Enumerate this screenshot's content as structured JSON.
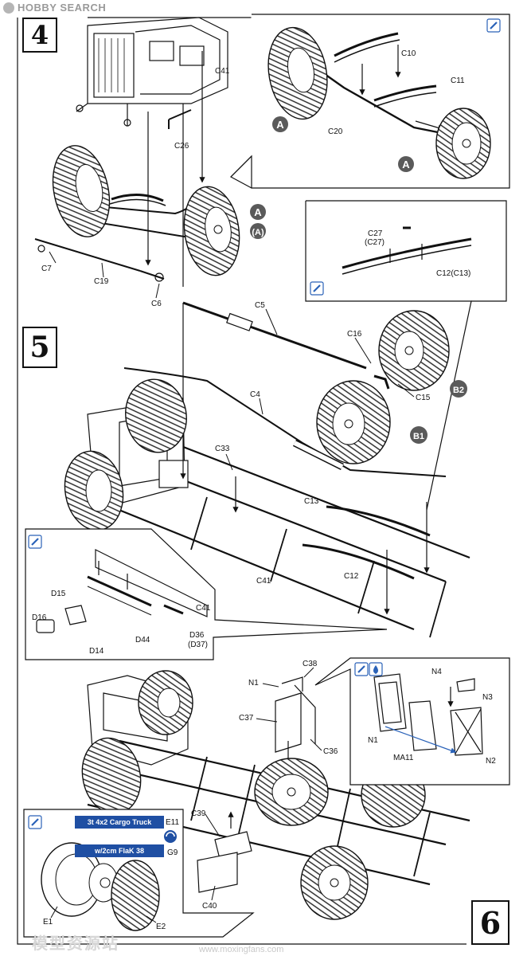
{
  "watermark": {
    "top_brand": "HOBBY SEARCH",
    "bottom_cn": "模型资源站",
    "bottom_url": "www.moxingfans.com"
  },
  "steps": {
    "step4": "4",
    "step5": "5",
    "step6": "6"
  },
  "callouts": {
    "A": "A",
    "A_paren": "(A)",
    "B1": "B1",
    "B2": "B2"
  },
  "parts": {
    "C10": "C10",
    "C11": "C11",
    "C20": "C20",
    "C41": "C41",
    "C26": "C26",
    "C7": "C7",
    "C19": "C19",
    "C6": "C6",
    "C27": "C27",
    "C27p": "(C27)",
    "C12C13": "C12(C13)",
    "C5": "C5",
    "C16": "C16",
    "C15": "C15",
    "C4": "C4",
    "C33": "C33",
    "C13": "C13",
    "C12": "C12",
    "C41b": "C41",
    "C41c": "C41",
    "D15": "D15",
    "D16": "D16",
    "D44": "D44",
    "D14": "D14",
    "D36": "D36",
    "D37": "(D37)",
    "N1": "N1",
    "C38": "C38",
    "C37": "C37",
    "C36": "C36",
    "N4": "N4",
    "N3": "N3",
    "N1b": "N1",
    "MA11": "MA11",
    "N2": "N2",
    "C39": "C39",
    "C40": "C40",
    "E1": "E1",
    "E2": "E2",
    "E11": "E11",
    "G9": "G9"
  },
  "variants": {
    "cargo": "3t 4x2 Cargo Truck",
    "flak": "w/2cm FlaK 38"
  },
  "colors": {
    "ink": "#111111",
    "banner": "#1f4fa3",
    "callout": "#5a5a5a",
    "paint_icon": "#2a62b8",
    "watermark": "#d7d7d7"
  }
}
